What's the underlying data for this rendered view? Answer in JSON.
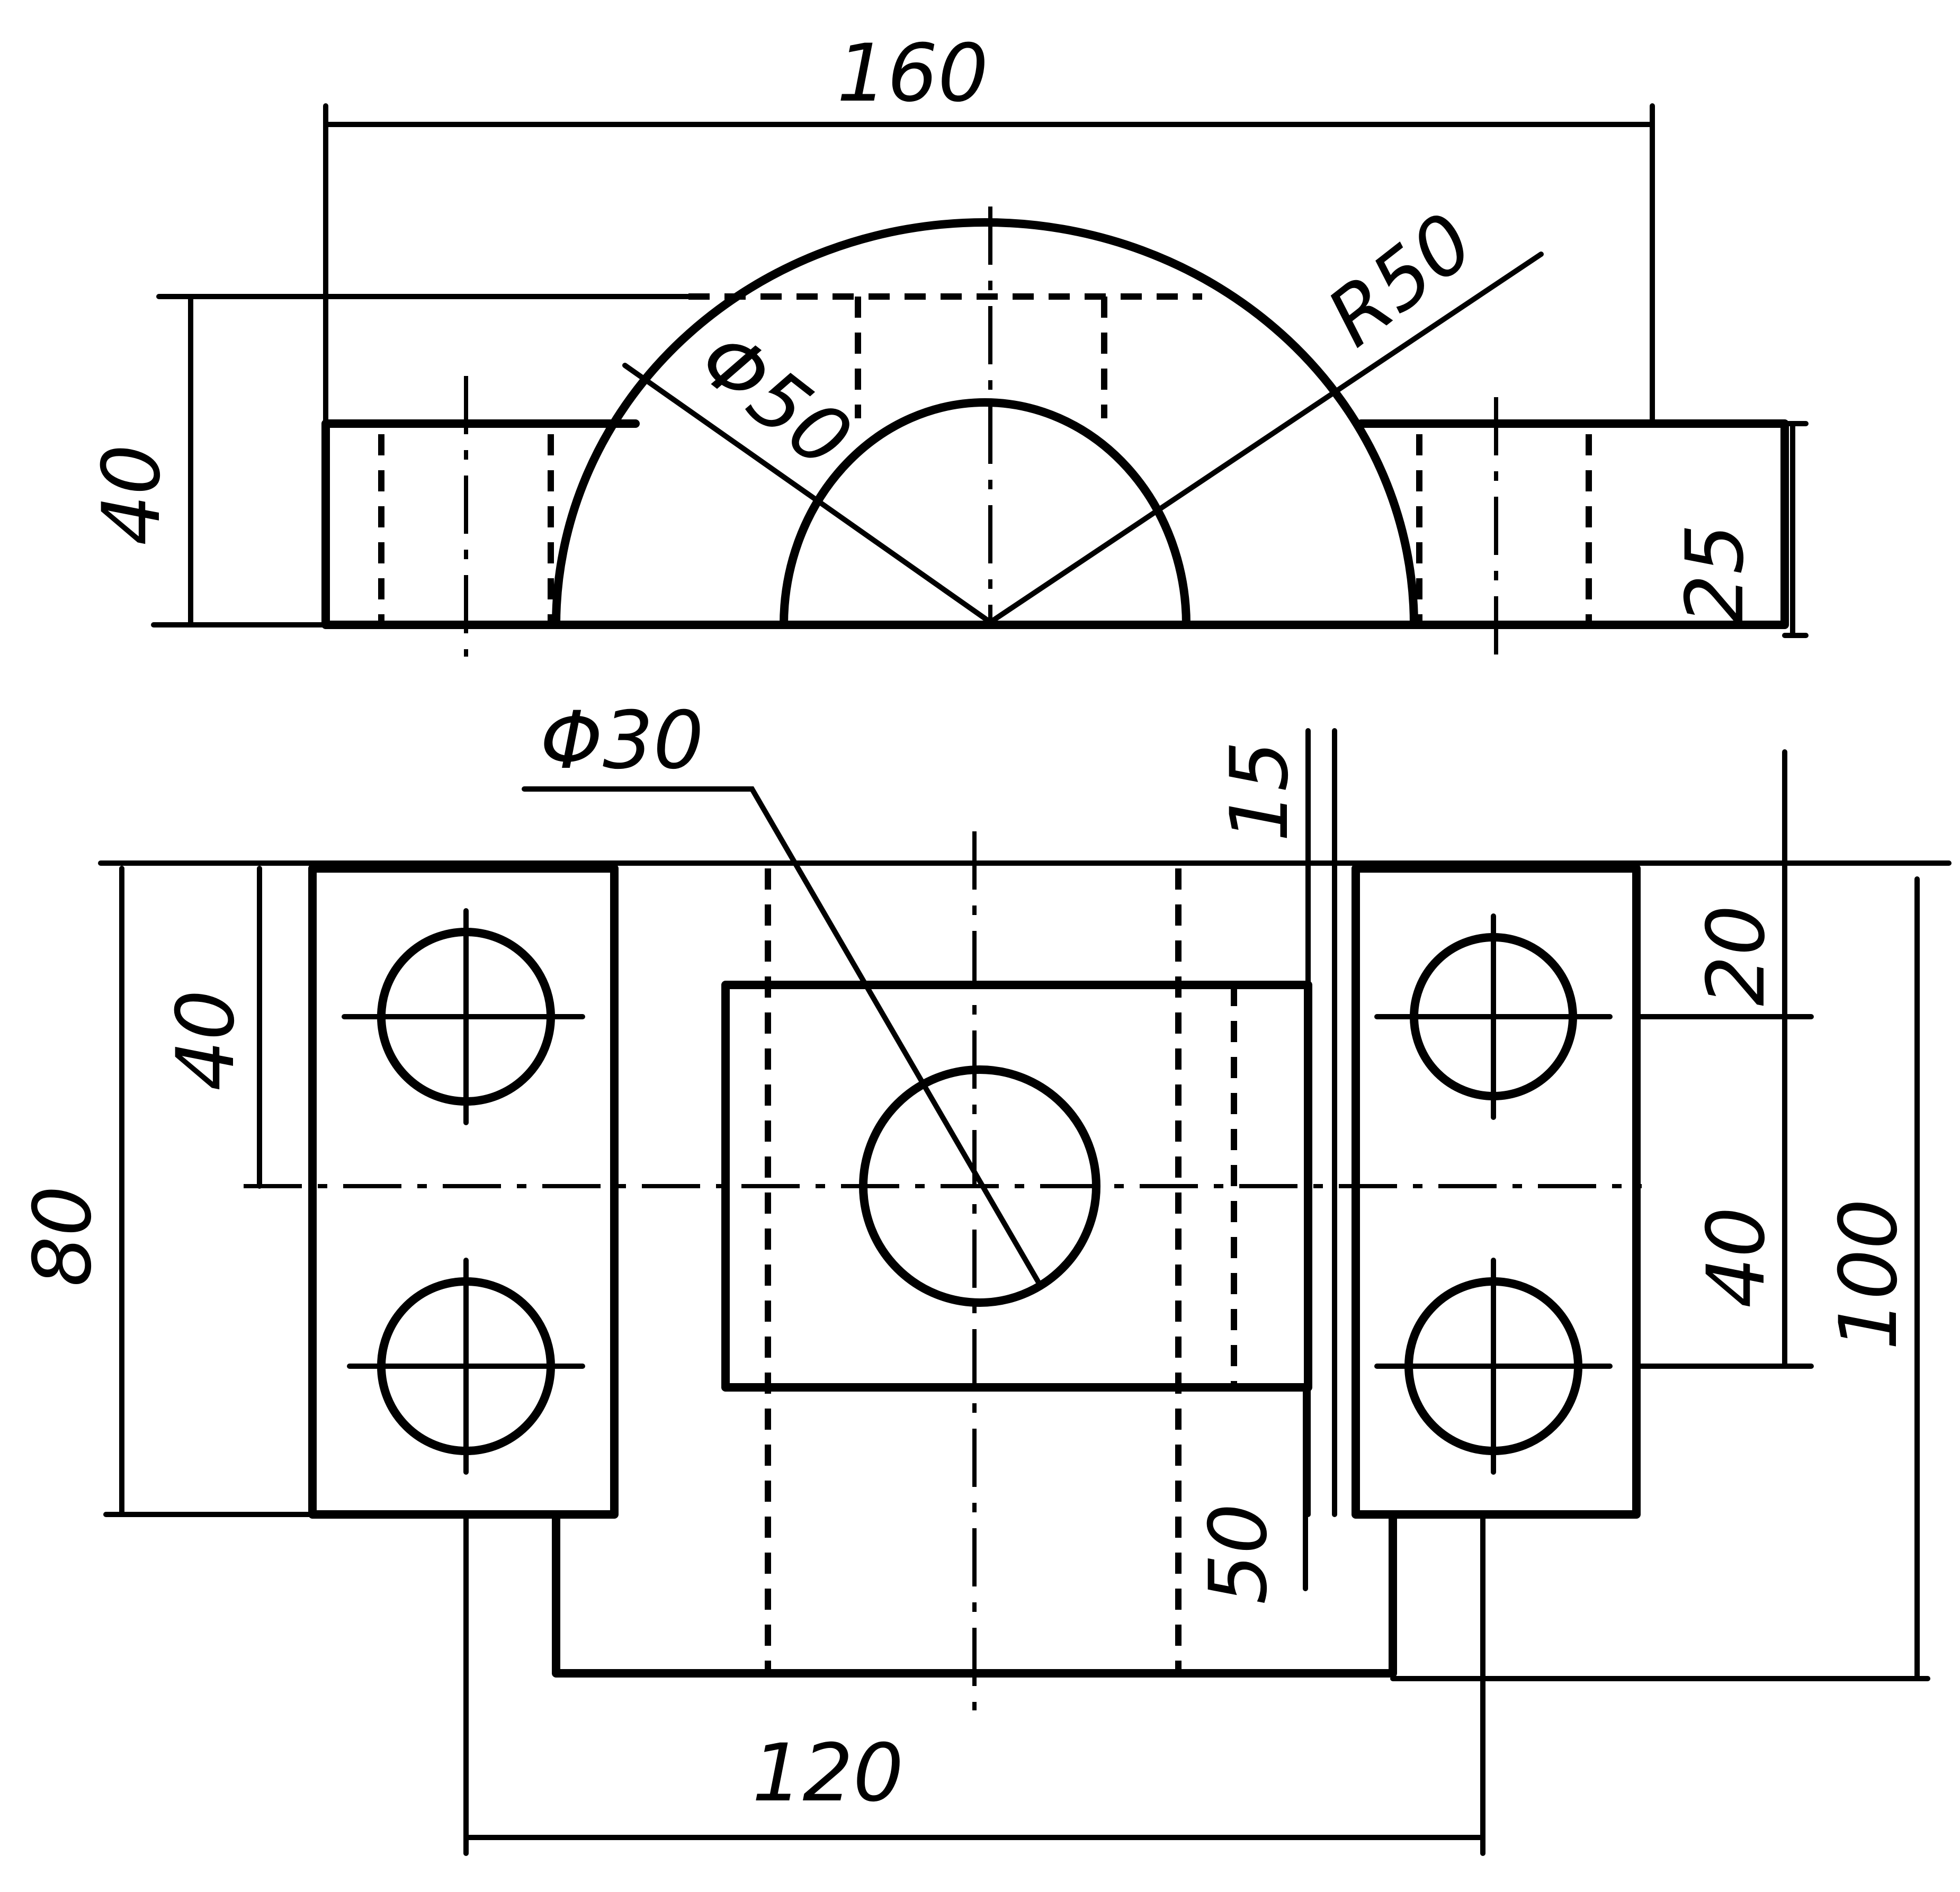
{
  "labels": {
    "top_width": "160",
    "top_height": "40",
    "top_small_height": "25",
    "outer_radius": "R50",
    "inner_diameter": "Φ50",
    "hole_diameter": "Φ30",
    "offset_15": "15",
    "left_spacing_40": "40",
    "left_height_80": "80",
    "right_20": "20",
    "right_40": "40",
    "right_100": "100",
    "depth_50": "50",
    "bottom_width": "120"
  }
}
